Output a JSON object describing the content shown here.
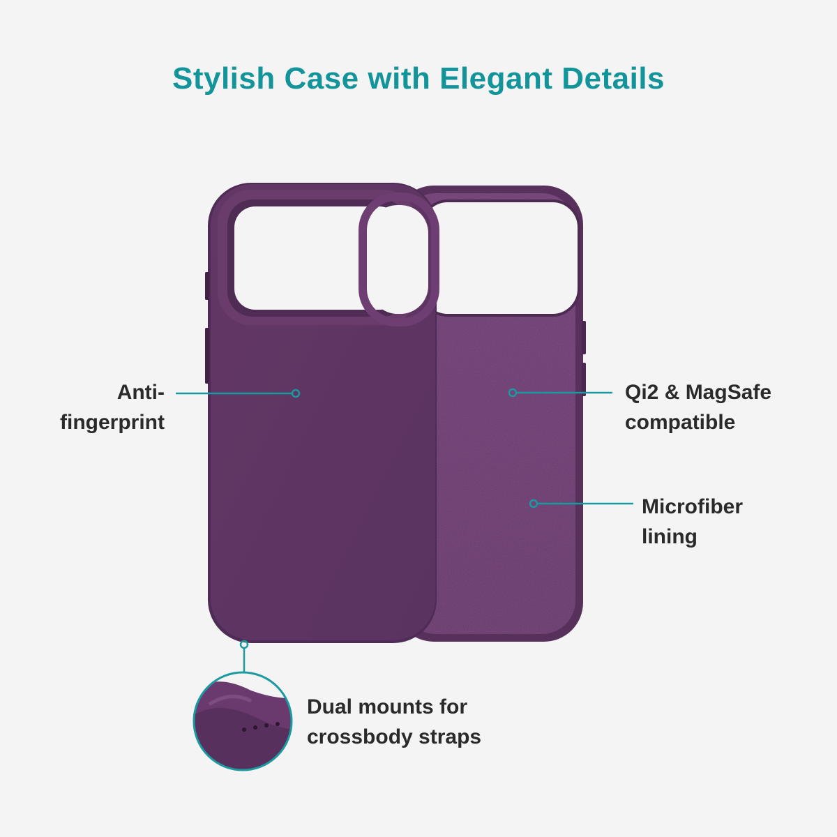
{
  "title": "Stylish Case with Elegant Details",
  "colors": {
    "title": "#12949a",
    "accent": "#1a9aa0",
    "case_outer": "#5e3560",
    "case_inner": "#6c3a72",
    "background": "#f4f4f4"
  },
  "callouts": {
    "anti_fingerprint": {
      "line1": "Anti-",
      "line2": "fingerprint"
    },
    "qi2_magsafe": {
      "line1": "Qi2 & MagSafe",
      "line2": "compatible"
    },
    "microfiber": {
      "line1": "Microfiber",
      "line2": "lining"
    },
    "dual_mounts": {
      "line1": "Dual mounts for",
      "line2": "crossbody straps"
    }
  }
}
